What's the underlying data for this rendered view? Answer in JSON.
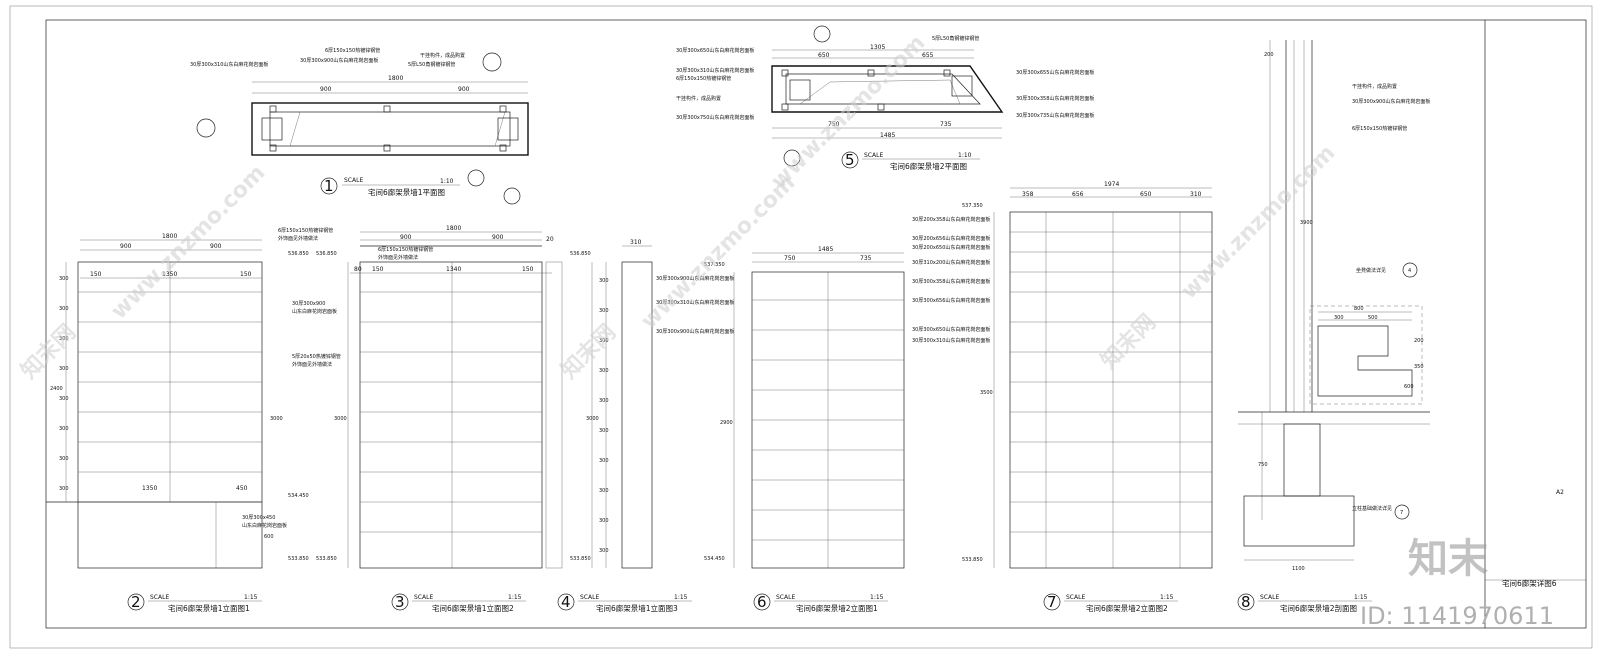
{
  "watermarks": {
    "site": "www.znzmo.com",
    "logo_cn": "知末网",
    "brand_big": "知末",
    "id_text": "ID: 1141970611"
  },
  "sheet": {
    "paper_size": "A2",
    "drawing_title": "宅间6廊架详图6",
    "scale_word": "SCALE"
  },
  "views": [
    {
      "number": "1",
      "scale": "1:10",
      "title": "宅间6廊架景墙1平面图"
    },
    {
      "number": "5",
      "scale": "1:10",
      "title": "宅间6廊架景墙2平面图"
    },
    {
      "number": "2",
      "scale": "1:15",
      "title": "宅间6廊架景墙1立面图1"
    },
    {
      "number": "3",
      "scale": "1:15",
      "title": "宅间6廊架景墙1立面图2"
    },
    {
      "number": "4",
      "scale": "1:15",
      "title": "宅间6廊架景墙1立面图3"
    },
    {
      "number": "6",
      "scale": "1:15",
      "title": "宅间6廊架景墙2立面图1"
    },
    {
      "number": "7",
      "scale": "1:15",
      "title": "宅间6廊架景墙2立面图2"
    },
    {
      "number": "8",
      "scale": "1:15",
      "title": "宅间6廊架景墙2剖面图"
    }
  ],
  "plan1": {
    "dim_total": "1800",
    "dim_left": "900",
    "dim_right": "900",
    "notes": [
      "30厚300x310山东白麻花岗岩面板",
      "6厚150x150热镀锌钢管",
      "30厚300x900山东白麻花岗岩面板",
      "干挂构件，成品购置",
      "5厚L50角钢镀锌钢管"
    ]
  },
  "plan5": {
    "dim_total": "1305",
    "dim_a": "650",
    "dim_b": "655",
    "dim_bottom": "1485",
    "dim_c": "750",
    "dim_d": "735",
    "notes_left": [
      "30厚300x650山东白麻花岗岩面板",
      "30厚300x310山东白麻花岗岩面板",
      "6厚150x150热镀锌钢管",
      "干挂构件，成品购置",
      "30厚300x750山东白麻花岗岩面板"
    ],
    "notes_right": [
      "5厚L50角钢镀锌钢管",
      "30厚300x655山东白麻花岗岩面板",
      "30厚300x358山东白麻花岗岩面板",
      "30厚300x735山东白麻花岗岩面板"
    ]
  },
  "elev2": {
    "dim_total": "1800",
    "dim_left": "900",
    "dim_right": "900",
    "dim_150a": "150",
    "dim_inner": "1350",
    "dim_150b": "150",
    "dim_bottom_left": "1350",
    "dim_bottom_right": "450",
    "height": "2400",
    "height2": "3000",
    "height_small": "600",
    "row_dims": [
      "300",
      "300",
      "300",
      "300",
      "300",
      "300",
      "300",
      "300"
    ],
    "elev_top": "536.850",
    "elev_mid": "534.450",
    "elev_bottom": "533.850",
    "notes": [
      "6厚150x150热镀锌钢管",
      "外饰面见外墙做法",
      "30厚300x900",
      "山东白麻花岗岩面板",
      "5厚20x50热镀锌钢管",
      "外饰面见外墙做法",
      "30厚300x450",
      "山东白麻花岗岩面板"
    ]
  },
  "elev3": {
    "dim_total": "1800",
    "dim_left": "900",
    "dim_right": "900",
    "dim_150a": "150",
    "dim_inner": "1340",
    "dim_150b": "150",
    "dim_80": "80",
    "dim_20": "20",
    "height": "3000",
    "elev_top": "536.850",
    "elev_bottom": "533.850",
    "notes": [
      "6厚150x150热镀锌钢管",
      "外饰面见外墙做法"
    ]
  },
  "elev4": {
    "width": "310",
    "height": "3000",
    "elev_top": "536.850",
    "elev_bottom": "533.850",
    "row_dims": [
      "300",
      "300",
      "300",
      "300",
      "300",
      "300",
      "300",
      "300",
      "300",
      "300"
    ]
  },
  "elev6": {
    "dim_total": "1485",
    "dim_left": "750",
    "dim_right": "735",
    "height": "2900",
    "elev_top": "537.350",
    "elev_bottom": "534.450",
    "notes": [
      "30厚300x900山东白麻花岗岩面板",
      "30厚300x310山东白麻花岗岩面板",
      "30厚300x900山东白麻花岗岩面板"
    ]
  },
  "elev7": {
    "dim_total": "1974",
    "dims": [
      "358",
      "656",
      "650",
      "310"
    ],
    "height": "3500",
    "elev_top": "537.350",
    "elev_bottom": "533.850",
    "notes": [
      "30厚200x358山东白麻花岗岩面板",
      "30厚200x656山东白麻花岗岩面板",
      "30厚200x650山东白麻花岗岩面板",
      "30厚310x200山东白麻花岗岩面板",
      "30厚300x358山东白麻花岗岩面板",
      "30厚300x656山东白麻花岗岩面板",
      "30厚300x650山东白麻花岗岩面板",
      "30厚300x310山东白麻花岗岩面板"
    ]
  },
  "section8": {
    "height": "3900",
    "dim_top": "200",
    "dim_800": "800",
    "dim_300": "300",
    "dim_500": "500",
    "dim_750": "750",
    "dim_1100": "1100",
    "dim_200b": "200",
    "dim_350": "350",
    "dim_600": "600",
    "notes": [
      "干挂构件，成品购置",
      "30厚300x900山东白麻花岗岩面板",
      "6厚150x150热镀锌钢管",
      "坐凳做法详见",
      "立柱基础做法详见"
    ],
    "ref_a": "4",
    "ref_b": "7"
  }
}
